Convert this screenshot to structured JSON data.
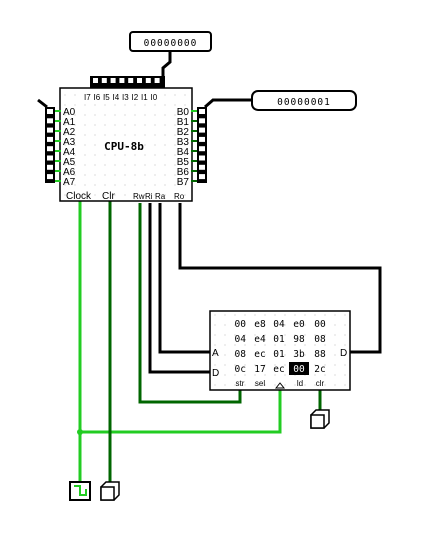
{
  "cpu": {
    "name": "CPU-8b",
    "a_pins": [
      "A0",
      "A1",
      "A2",
      "A3",
      "A4",
      "A5",
      "A6",
      "A7"
    ],
    "b_pins": [
      "B0",
      "B1",
      "B2",
      "B3",
      "B4",
      "B5",
      "B6",
      "B7"
    ],
    "i_pins": [
      "I7",
      "I6",
      "I5",
      "I4",
      "I3",
      "I2",
      "I1",
      "I0"
    ],
    "bottom": {
      "clock": "Clock",
      "clr": "Clr",
      "rw": "Rw",
      "ri": "Ri",
      "ra": "Ra",
      "ro": "Ro"
    }
  },
  "input_probe": {
    "value": "00000000"
  },
  "output_probe": {
    "value": "00000001"
  },
  "ram": {
    "addresses": [
      "00",
      "04",
      "08",
      "0c"
    ],
    "rows": [
      [
        "e8",
        "04",
        "e0",
        "00"
      ],
      [
        "e4",
        "01",
        "98",
        "08"
      ],
      [
        "ec",
        "01",
        "3b",
        "88"
      ],
      [
        "17",
        "ec",
        "00",
        "2c"
      ]
    ],
    "selected": {
      "row": 3,
      "col": 2
    },
    "port_a": "A",
    "port_d_in": "D",
    "port_d_out": "D",
    "bottom": [
      "str",
      "sel",
      "ld",
      "clr"
    ]
  },
  "colors": {
    "wire_active": "#22cc22",
    "wire_dark": "#006600",
    "wire_black": "#000000"
  }
}
